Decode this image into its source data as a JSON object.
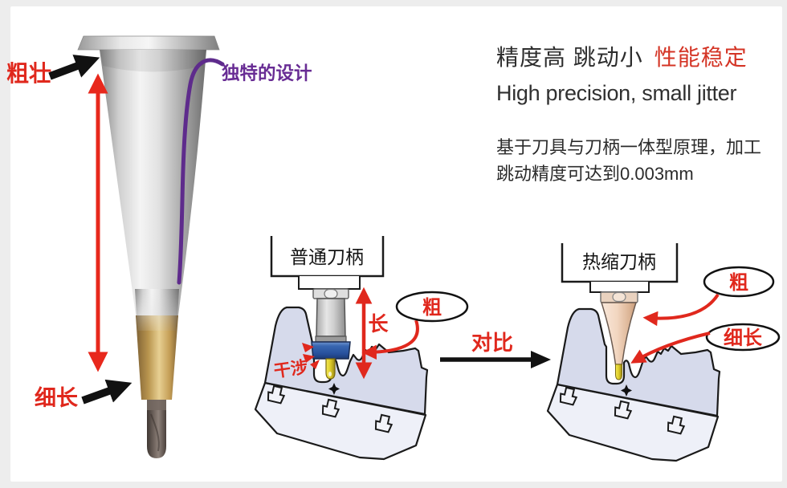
{
  "photo": {
    "thick_label": "粗壮",
    "slender_label": "细长",
    "design_label": "独特的设计"
  },
  "headline": {
    "cn_main": "精度高 跳动小",
    "cn_accent": "性能稳定",
    "en": "High precision, small jitter",
    "desc_line1": "基于刀具与刀柄一体型原理，加工",
    "desc_line2": "跳动精度可达到0.003mm"
  },
  "compare": {
    "label": "对比"
  },
  "ordinary_holder": {
    "title": "普通刀柄",
    "length_label": "长",
    "thick_label": "粗",
    "interference_label": "干涉"
  },
  "shrink_holder": {
    "title": "热缩刀柄",
    "thick_label": "粗",
    "slender_label": "细长"
  },
  "colors": {
    "annotation_red": "#e0281d",
    "headline_red": "#d43425",
    "design_purple": "#5e2b8c",
    "workpiece_fill": "#d6daeb",
    "workpiece_slab": "#eef0f8",
    "nut_blue": "#2c5aa6",
    "tool_yellow": "#e2d02c",
    "shrink_pink": "#f2d7c2",
    "gold_shank": "#bb965a"
  }
}
